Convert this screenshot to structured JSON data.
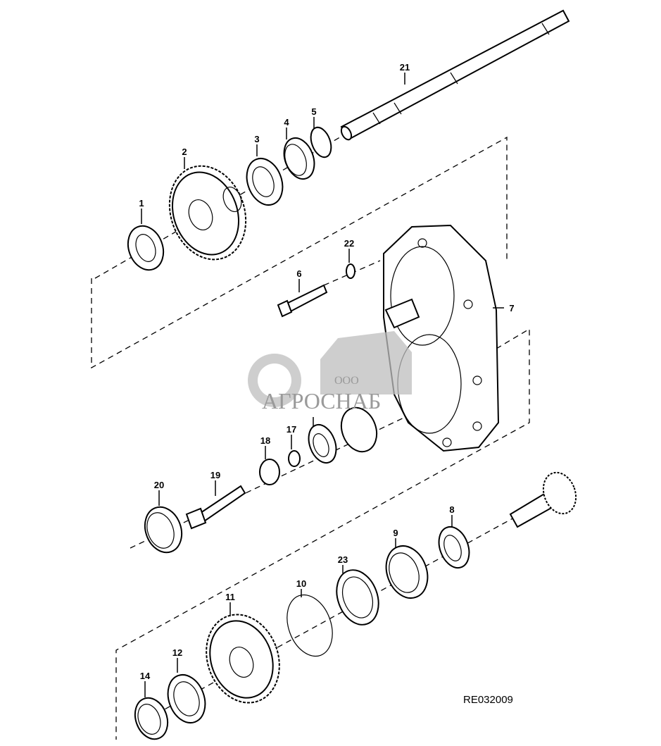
{
  "diagram": {
    "reference_code": "RE032009",
    "labels": {
      "p1": "1",
      "p2": "2",
      "p3": "3",
      "p4": "4",
      "p5": "5",
      "p6": "6",
      "p7": "7",
      "p8": "8",
      "p9": "9",
      "p10": "10",
      "p11": "11",
      "p12": "12",
      "p14": "14",
      "p17": "17",
      "p18": "18",
      "p19": "19",
      "p20": "20",
      "p21": "21",
      "p22": "22",
      "p23": "23"
    },
    "watermark": {
      "line1": "ООО",
      "line2": "АГРОСНАБ"
    }
  }
}
